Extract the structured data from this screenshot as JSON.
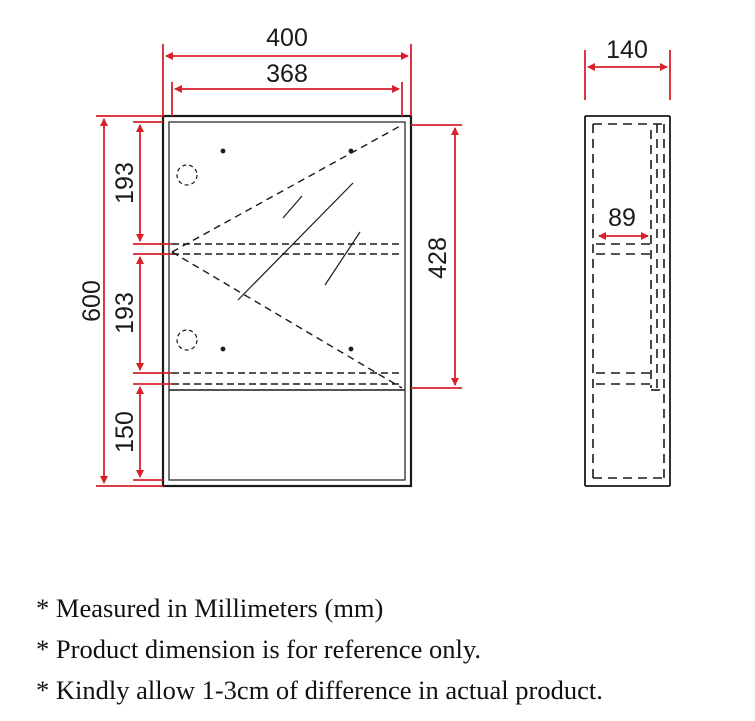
{
  "dimensions": {
    "front": {
      "outer_width": "400",
      "inner_width": "368",
      "total_height": "600",
      "upper_section": "193",
      "middle_section": "193",
      "bottom_section": "150",
      "door_height": "428"
    },
    "side": {
      "depth": "140",
      "shelf_depth": "89"
    }
  },
  "notes": [
    "* Measured in Millimeters (mm)",
    "*  Product dimension is for reference only.",
    "* Kindly allow 1-3cm of difference in actual product."
  ],
  "colors": {
    "dimension_line": "#d8202a",
    "outline": "#1a1a1a"
  }
}
